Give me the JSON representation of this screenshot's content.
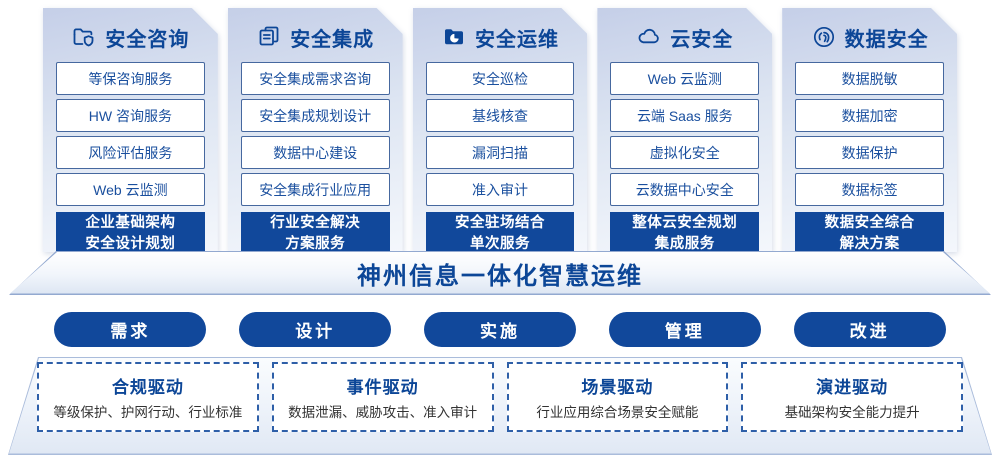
{
  "banner": {
    "title": "神州信息一体化智慧运维"
  },
  "colors": {
    "primary_blue": "#11489B",
    "title_blue": "#0C4697",
    "card_gradient_top": "#C5CFE8",
    "card_gradient_bottom": "#F4F7FC",
    "service_box_border": "#46689F",
    "dashed_border": "#2E5FA8"
  },
  "columns": [
    {
      "icon": "folder-shield-icon",
      "title": "安全咨询",
      "items": [
        "等保咨询服务",
        "HW 咨询服务",
        "风险评估服务",
        "Web 云监测"
      ],
      "summary_line1": "企业基础架构",
      "summary_line2": "安全设计规划"
    },
    {
      "icon": "document-copy-icon",
      "title": "安全集成",
      "items": [
        "安全集成需求咨询",
        "安全集成规划设计",
        "数据中心建设",
        "安全集成行业应用"
      ],
      "summary_line1": "行业安全解决",
      "summary_line2": "方案服务"
    },
    {
      "icon": "folder-chart-icon",
      "title": "安全运维",
      "items": [
        "安全巡检",
        "基线核查",
        "漏洞扫描",
        "准入审计"
      ],
      "summary_line1": "安全驻场结合",
      "summary_line2": "单次服务"
    },
    {
      "icon": "cloud-icon",
      "title": "云安全",
      "items": [
        "Web 云监测",
        "云端 Saas 服务",
        "虚拟化安全",
        "云数据中心安全"
      ],
      "summary_line1": "整体云安全规划",
      "summary_line2": "集成服务"
    },
    {
      "icon": "fingerprint-icon",
      "title": "数据安全",
      "items": [
        "数据脱敏",
        "数据加密",
        "数据保护",
        "数据标签"
      ],
      "summary_line1": "数据安全综合",
      "summary_line2": "解决方案"
    }
  ],
  "process_pills": [
    "需求",
    "设计",
    "实施",
    "管理",
    "改进"
  ],
  "drivers": [
    {
      "title": "合规驱动",
      "desc": "等级保护、护网行动、行业标准"
    },
    {
      "title": "事件驱动",
      "desc": "数据泄漏、威胁攻击、准入审计"
    },
    {
      "title": "场景驱动",
      "desc": "行业应用综合场景安全赋能"
    },
    {
      "title": "演进驱动",
      "desc": "基础架构安全能力提升"
    }
  ]
}
